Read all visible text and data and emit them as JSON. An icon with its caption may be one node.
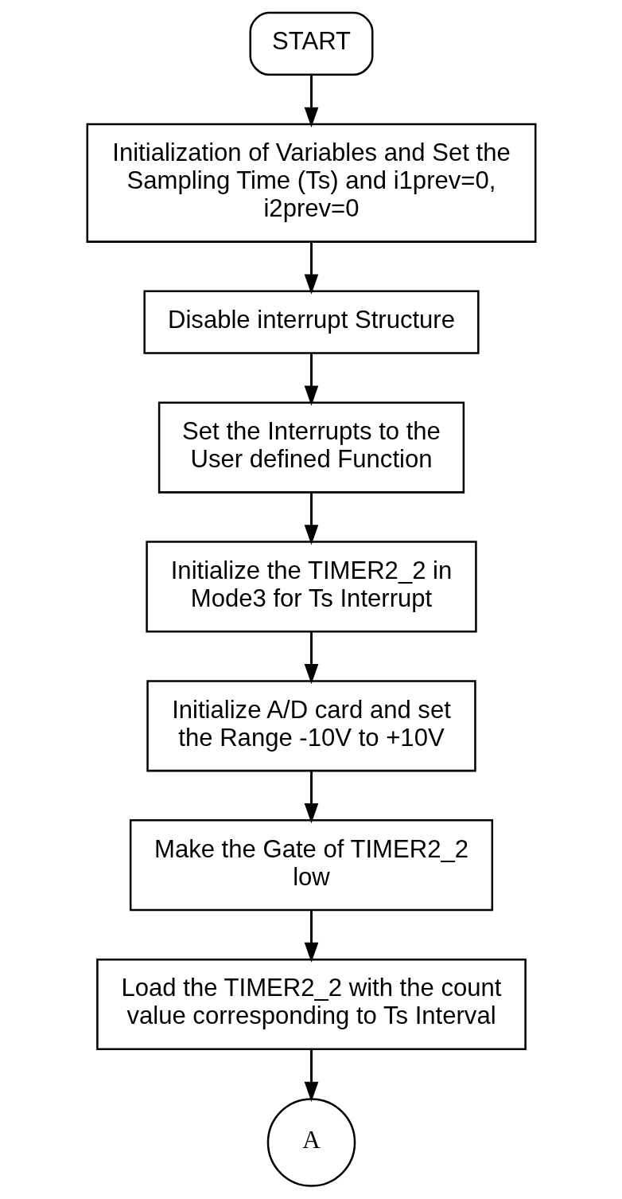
{
  "diagram": {
    "nodes": [
      {
        "text": [
          "START"
        ]
      },
      {
        "text": [
          "Initialization of Variables and Set the Sampling Time (Ts) and i1prev=0, i2prev=0"
        ]
      },
      {
        "text": [
          "Disable interrupt Structure"
        ]
      },
      {
        "text": [
          "Set the Interrupts to the User defined Function"
        ]
      },
      {
        "text": [
          "Initialize the TIMER2_2 in Mode3 for Ts Interrupt"
        ]
      },
      {
        "text": [
          "Initialize A/D card and set the Range -10V to +10V"
        ]
      },
      {
        "text": [
          "Make the Gate of TIMER2_2 low"
        ]
      },
      {
        "text": [
          "Load the TIMER2_2 with the count value corresponding to Ts Interval"
        ]
      },
      {
        "text": [
          "A"
        ]
      }
    ],
    "edges": [
      {
        "from": 0,
        "to": 1,
        "arrow": "to"
      },
      {
        "from": 1,
        "to": 2,
        "arrow": "to"
      },
      {
        "from": 2,
        "to": 3,
        "arrow": "to"
      },
      {
        "from": 3,
        "to": 4,
        "arrow": "to"
      },
      {
        "from": 4,
        "to": 5,
        "arrow": "to"
      },
      {
        "from": 5,
        "to": 6,
        "arrow": "to"
      },
      {
        "from": 6,
        "to": 7,
        "arrow": "to"
      },
      {
        "from": 7,
        "to": 8,
        "arrow": "to"
      }
    ]
  }
}
